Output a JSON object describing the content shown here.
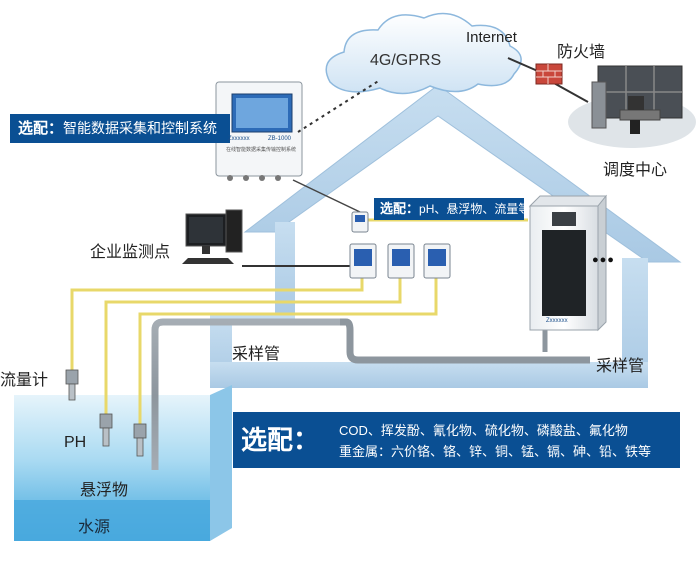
{
  "cloud": {
    "network": "4G/GPRS",
    "internet": "Internet"
  },
  "firewall": {
    "label": "防火墙"
  },
  "dispatch_center": {
    "label": "调度中心"
  },
  "option_box_top": {
    "prefix": "选配：",
    "text": "智能数据采集和控制系统"
  },
  "controller": {
    "brand": "Zxxxxxx",
    "model": "ZB-1000",
    "caption": "在线智能数据采集传输控制系统"
  },
  "option_box_mid": {
    "prefix": "选配：",
    "text": "pH、悬浮物、流量等"
  },
  "enterprise_point": {
    "label": "企业监测点"
  },
  "analyzer": {
    "brand": "Zxxxxxx",
    "more": "●●●"
  },
  "pipes": {
    "left": "采样管",
    "right": "采样管"
  },
  "sensors": {
    "flow": "流量计",
    "ph": "PH",
    "ss": "悬浮物",
    "water": "水源"
  },
  "option_box_bottom": {
    "prefix": "选配：",
    "line1": "COD、挥发酚、氰化物、硫化物、磷酸盐、氟化物",
    "line2": "重金属：六价铬、铬、锌、铜、锰、镉、砷、铅、铁等"
  },
  "colors": {
    "accent": "#0a4f93",
    "house": "#b7d3ea",
    "wire": "#e8d86a",
    "pipe": "#9aa3ab",
    "water": "#5cb7e6"
  }
}
